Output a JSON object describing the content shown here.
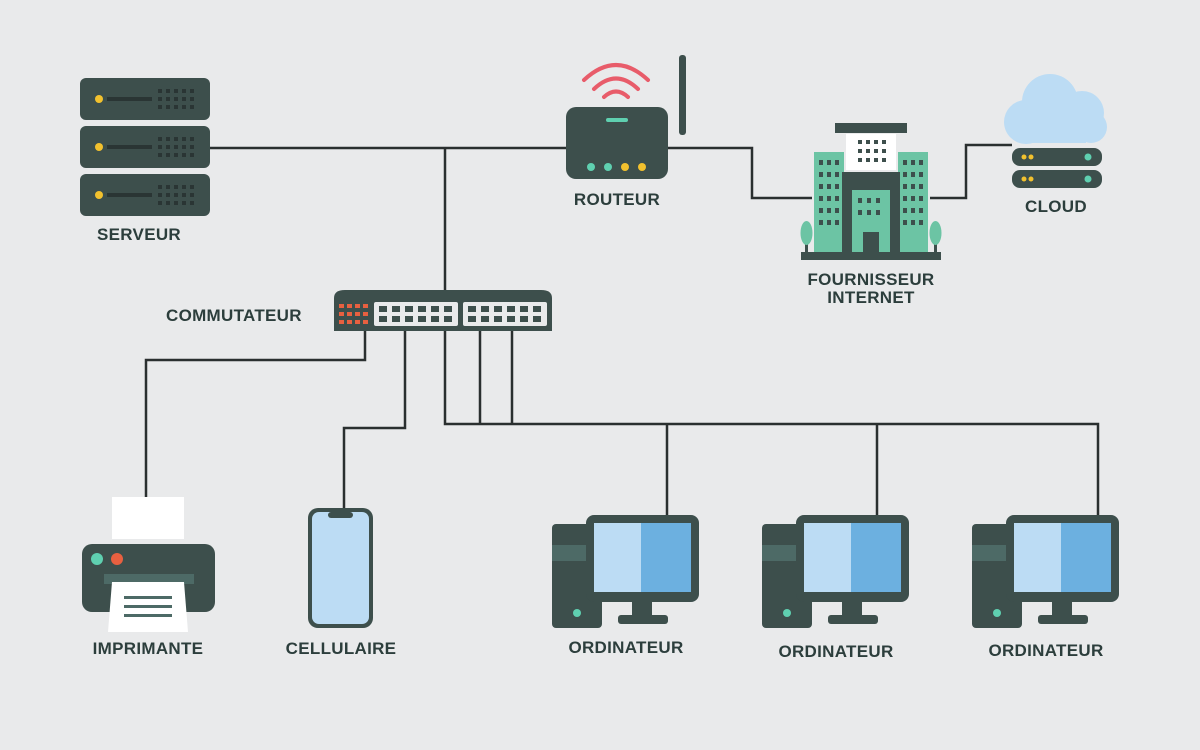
{
  "labels": {
    "server": "SERVEUR",
    "router": "ROUTEUR",
    "isp_line1": "FOURNISSEUR",
    "isp_line2": "INTERNET",
    "cloud": "CLOUD",
    "switch": "COMMUTATEUR",
    "printer": "IMPRIMANTE",
    "phone": "CELLULAIRE",
    "computer_1": "ORDINATEUR",
    "computer_2": "ORDINATEUR",
    "computer_3": "ORDINATEUR"
  },
  "colors": {
    "background": "#e9eaeb",
    "dark_device": "#3d4f4c",
    "line": "#2a2f2f",
    "label_text": "#2c3e3c",
    "building_green": "#6cc4a4",
    "screen_light": "#bcdcf4",
    "screen_blue": "#6cb0e0",
    "wifi_red": "#e85c6a",
    "led_yellow": "#f2c12e",
    "led_teal": "#5fd0b0",
    "cloud_blue": "#bcdcf4",
    "switch_port_orange": "#e86040"
  },
  "icons": {
    "server": "server-rack-icon",
    "router": "wifi-router-icon",
    "isp": "office-building-icon",
    "cloud": "cloud-storage-icon",
    "switch": "network-switch-icon",
    "printer": "printer-icon",
    "phone": "smartphone-icon",
    "computer": "desktop-computer-icon"
  }
}
